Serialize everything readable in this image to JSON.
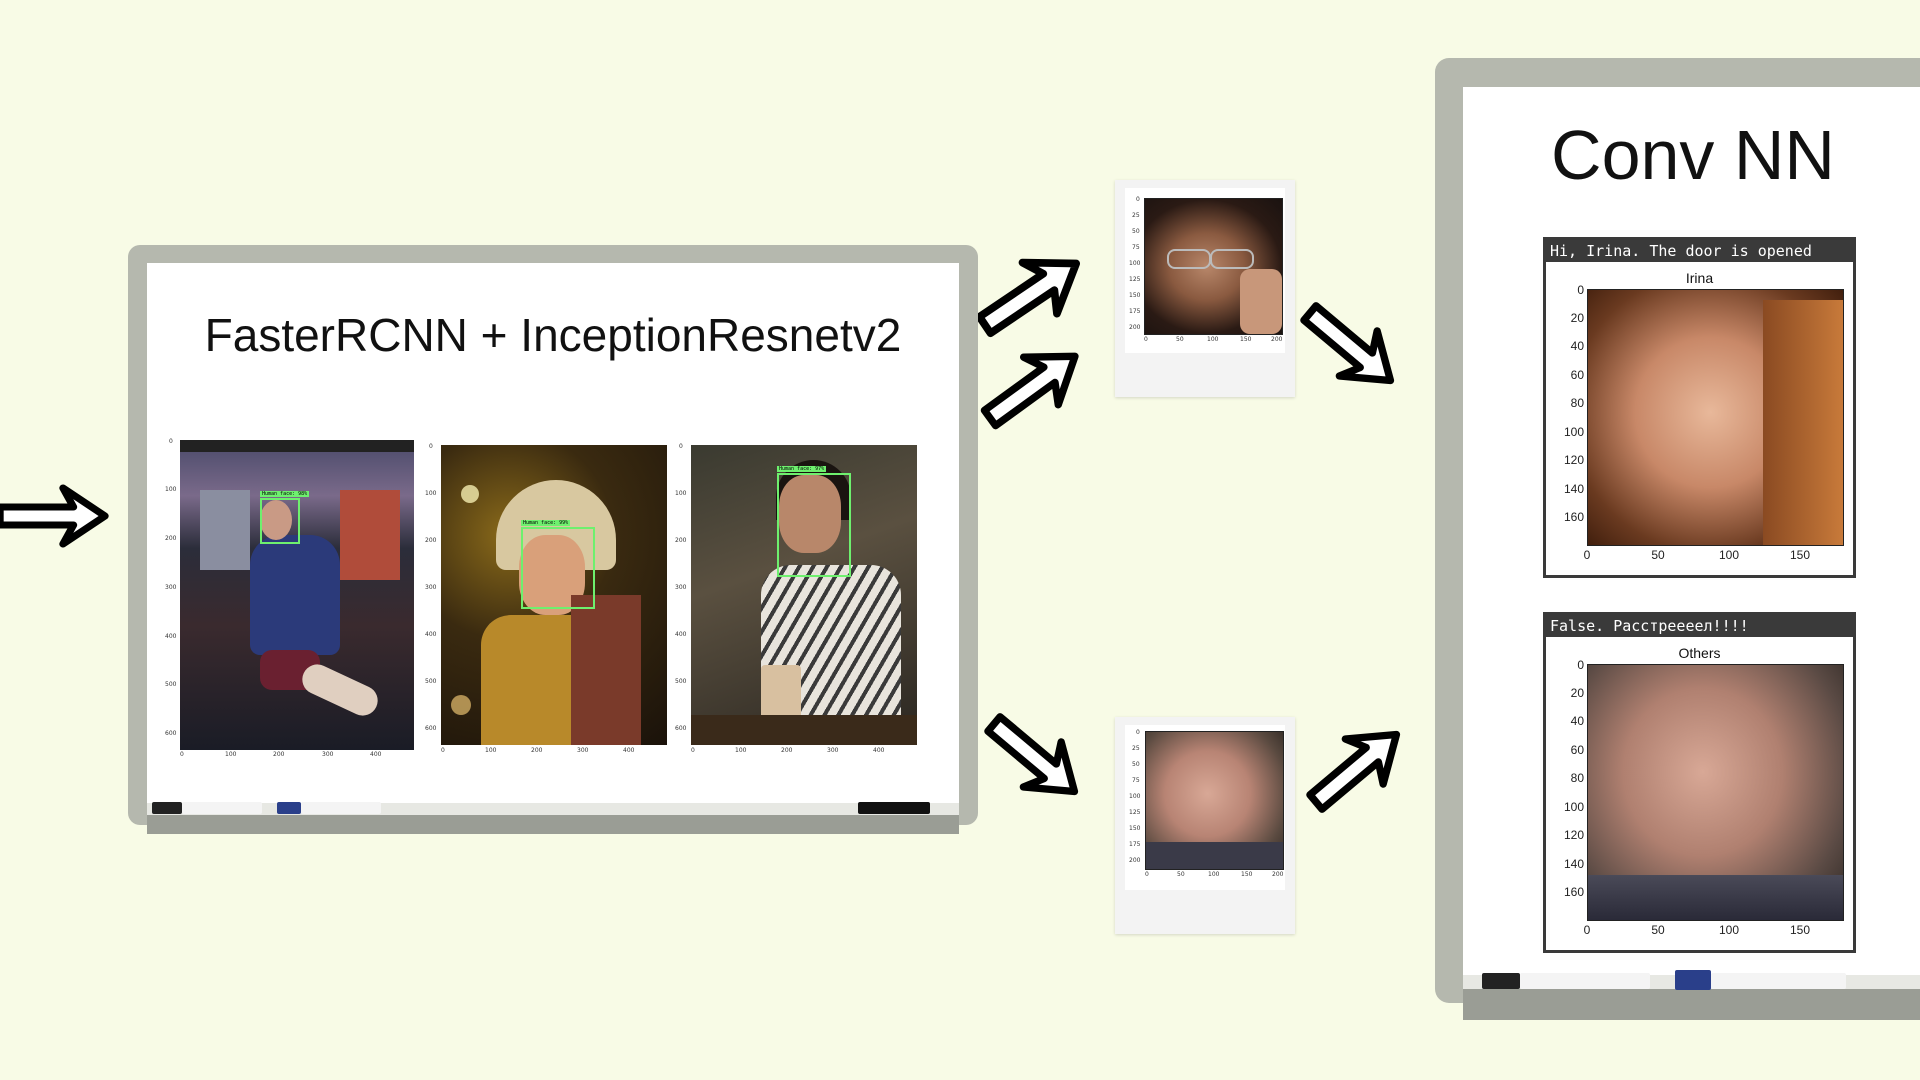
{
  "board1": {
    "title": "FasterRCNN + InceptionResnetv2",
    "photo1_axis": {
      "y": [
        "0",
        "100",
        "200",
        "300",
        "400",
        "500",
        "600"
      ],
      "x": [
        "0",
        "100",
        "200",
        "300",
        "400"
      ]
    },
    "photo2_axis": {
      "y": [
        "0",
        "100",
        "200",
        "300",
        "400",
        "500",
        "600"
      ],
      "x": [
        "0",
        "100",
        "200",
        "300",
        "400"
      ]
    },
    "photo3_axis": {
      "y": [
        "0",
        "100",
        "200",
        "300",
        "400",
        "500",
        "600"
      ],
      "x": [
        "0",
        "100",
        "200",
        "300",
        "400"
      ]
    },
    "detections": [
      {
        "label": "Human face: 98%"
      },
      {
        "label": "Human face: 99%"
      },
      {
        "label": "Human face: 97%"
      }
    ]
  },
  "crops": {
    "top_axis_y": [
      "0",
      "25",
      "50",
      "75",
      "100",
      "125",
      "150",
      "175",
      "200"
    ],
    "top_axis_x": [
      "0",
      "50",
      "100",
      "150",
      "200"
    ],
    "bottom_axis_y": [
      "0",
      "25",
      "50",
      "75",
      "100",
      "125",
      "150",
      "175",
      "200"
    ],
    "bottom_axis_x": [
      "0",
      "50",
      "100",
      "150",
      "200"
    ]
  },
  "board2": {
    "title": "Conv NN",
    "result1": {
      "message": "Hi, Irina. The door is opened",
      "class": "Irina",
      "y_ticks": [
        "0",
        "20",
        "40",
        "60",
        "80",
        "100",
        "120",
        "140",
        "160"
      ],
      "x_ticks": [
        "0",
        "50",
        "100",
        "150"
      ]
    },
    "result2": {
      "message": "False. Расстреееел!!!!",
      "class": "Others",
      "y_ticks": [
        "0",
        "20",
        "40",
        "60",
        "80",
        "100",
        "120",
        "140",
        "160"
      ],
      "x_ticks": [
        "0",
        "50",
        "100",
        "150"
      ]
    }
  },
  "colors": {
    "background": "#f8fbe6",
    "frame": "#b5b8ae",
    "bbox": "#6ef06e",
    "header": "#3a3a3a"
  }
}
